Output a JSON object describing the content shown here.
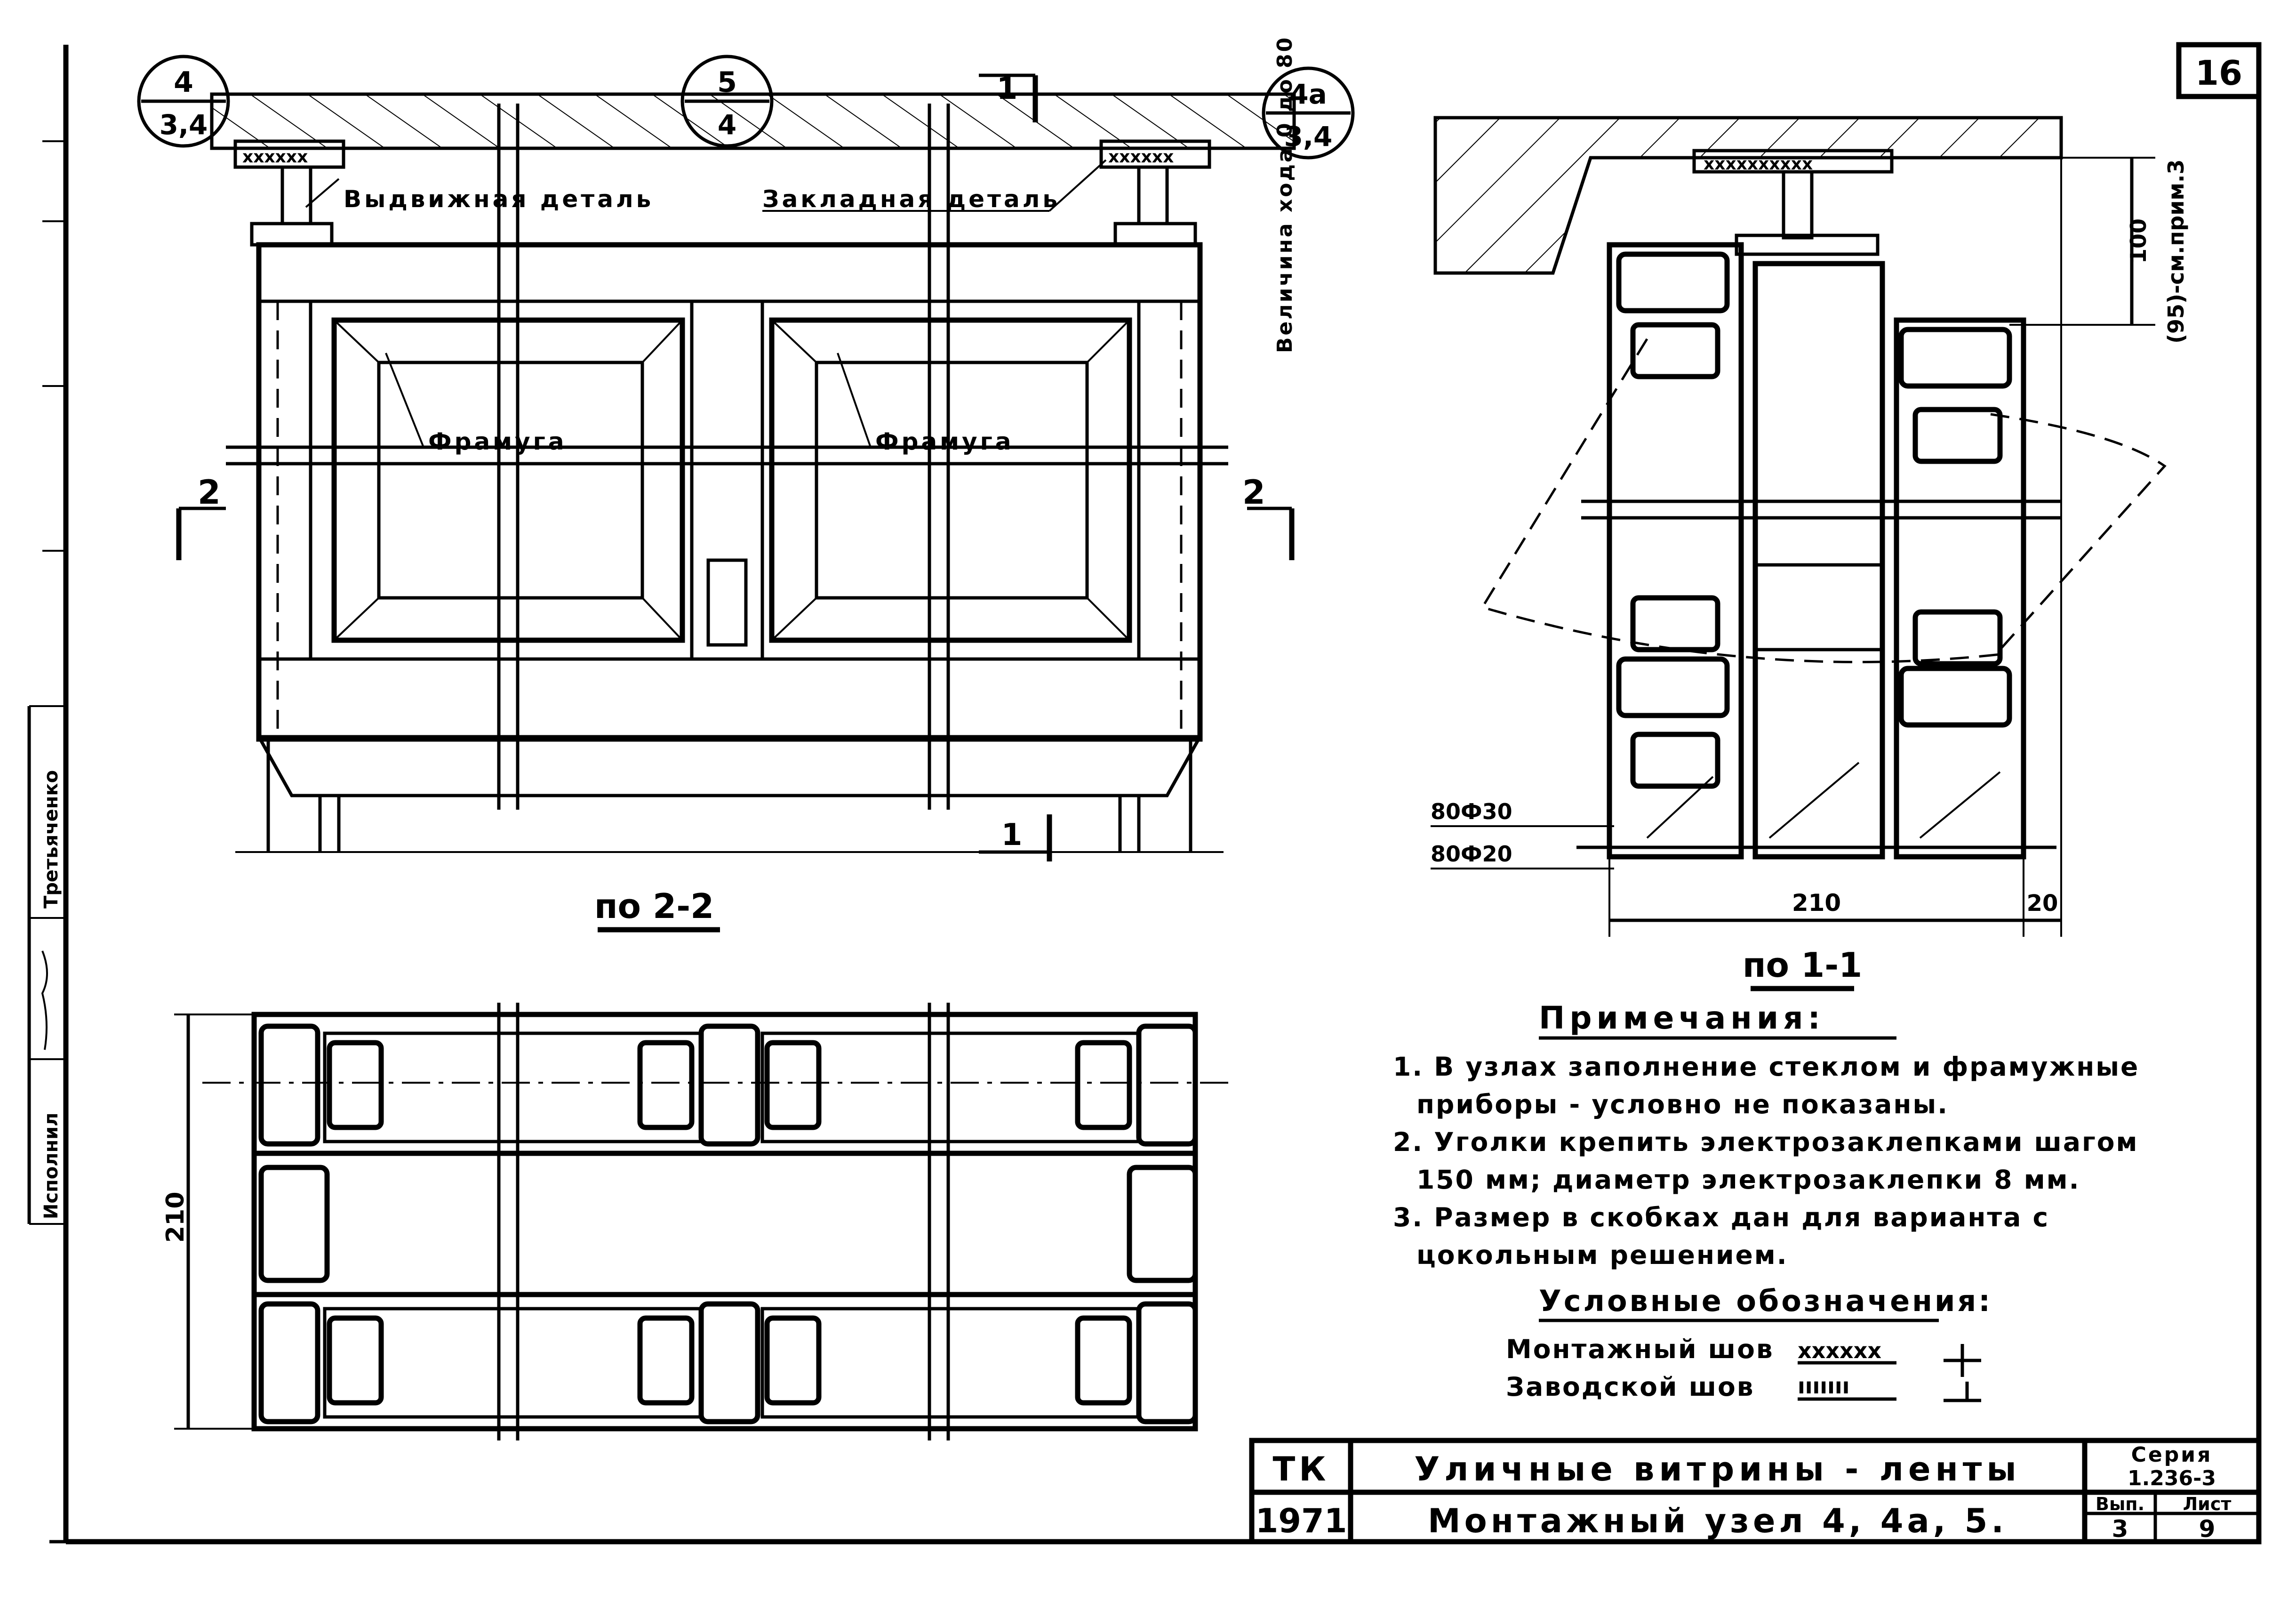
{
  "sheet_number": "16",
  "left_margin": {
    "inspected_label": "Исполнил",
    "designer": "Третьяченко"
  },
  "elevation": {
    "callouts": [
      {
        "top": "4",
        "bottom": "3,4"
      },
      {
        "top": "5",
        "bottom": "4"
      },
      {
        "top": "4а",
        "bottom": "3,4"
      }
    ],
    "labels": {
      "sliding_part": "Выдвижная деталь",
      "embedded_part": "Закладная деталь",
      "stroke_size": "Величина хода 0 до 80",
      "transom_left": "Фрамуга",
      "transom_right": "Фрамуга"
    },
    "section_marks": {
      "top": "1",
      "bottom": "1",
      "left": "2",
      "right": "2"
    }
  },
  "plan_2_2": {
    "title": "по 2-2",
    "dimension": "210"
  },
  "section_1_1": {
    "title": "по 1-1",
    "dim_100": "100",
    "dim_note": "(95)-см.прим.3",
    "bolt_top": "80Ф30",
    "bolt_bottom": "80Ф20",
    "dim_210": "210",
    "dim_20": "20"
  },
  "notes": {
    "heading": "Примечания:",
    "lines": [
      "1. В узлах заполнение стеклом и фрамужные",
      "приборы - условно не показаны.",
      "2. Уголки крепить электрозаклепками шагом",
      "150 мм; диаметр электрозаклепки 8 мм.",
      "3. Размер в скобках дан для варианта с",
      "цокольным решением."
    ]
  },
  "legend": {
    "heading": "Условные обозначения:",
    "items": [
      {
        "label": "Монтажный шов",
        "symbol": "хххххх"
      },
      {
        "label": "Заводской шов",
        "symbol": "ııııııı"
      }
    ]
  },
  "title_block": {
    "org": "ТК",
    "year": "1971",
    "title": "Уличные витрины - ленты",
    "subtitle": "Монтажный узел 4, 4а, 5.",
    "series_label": "Серия",
    "series_value": "1.236-3",
    "issue_label": "Вып.",
    "issue_value": "3",
    "sheet_label": "Лист",
    "sheet_value": "9"
  }
}
